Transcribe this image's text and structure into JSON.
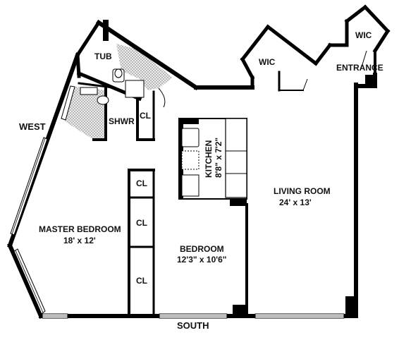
{
  "compass": {
    "west": "WEST",
    "south": "SOUTH"
  },
  "rooms": {
    "tub": "TUB",
    "shwr": "SHWR",
    "cl_bath": "CL",
    "wic_center": "WIC",
    "wic_entry": "WIC",
    "entrance": "ENTRANCE",
    "kitchen": {
      "name": "KITCHEN",
      "size": "8'8\" x 7'2\""
    },
    "living": {
      "name": "LIVING ROOM",
      "size": "24' x 13'"
    },
    "master": {
      "name": "MASTER BEDROOM",
      "size": "18' x 12'"
    },
    "bedroom": {
      "name": "BEDROOM",
      "size": "12'3\" x 10'6\""
    },
    "cl1": "CL",
    "cl2": "CL",
    "cl3": "CL"
  }
}
